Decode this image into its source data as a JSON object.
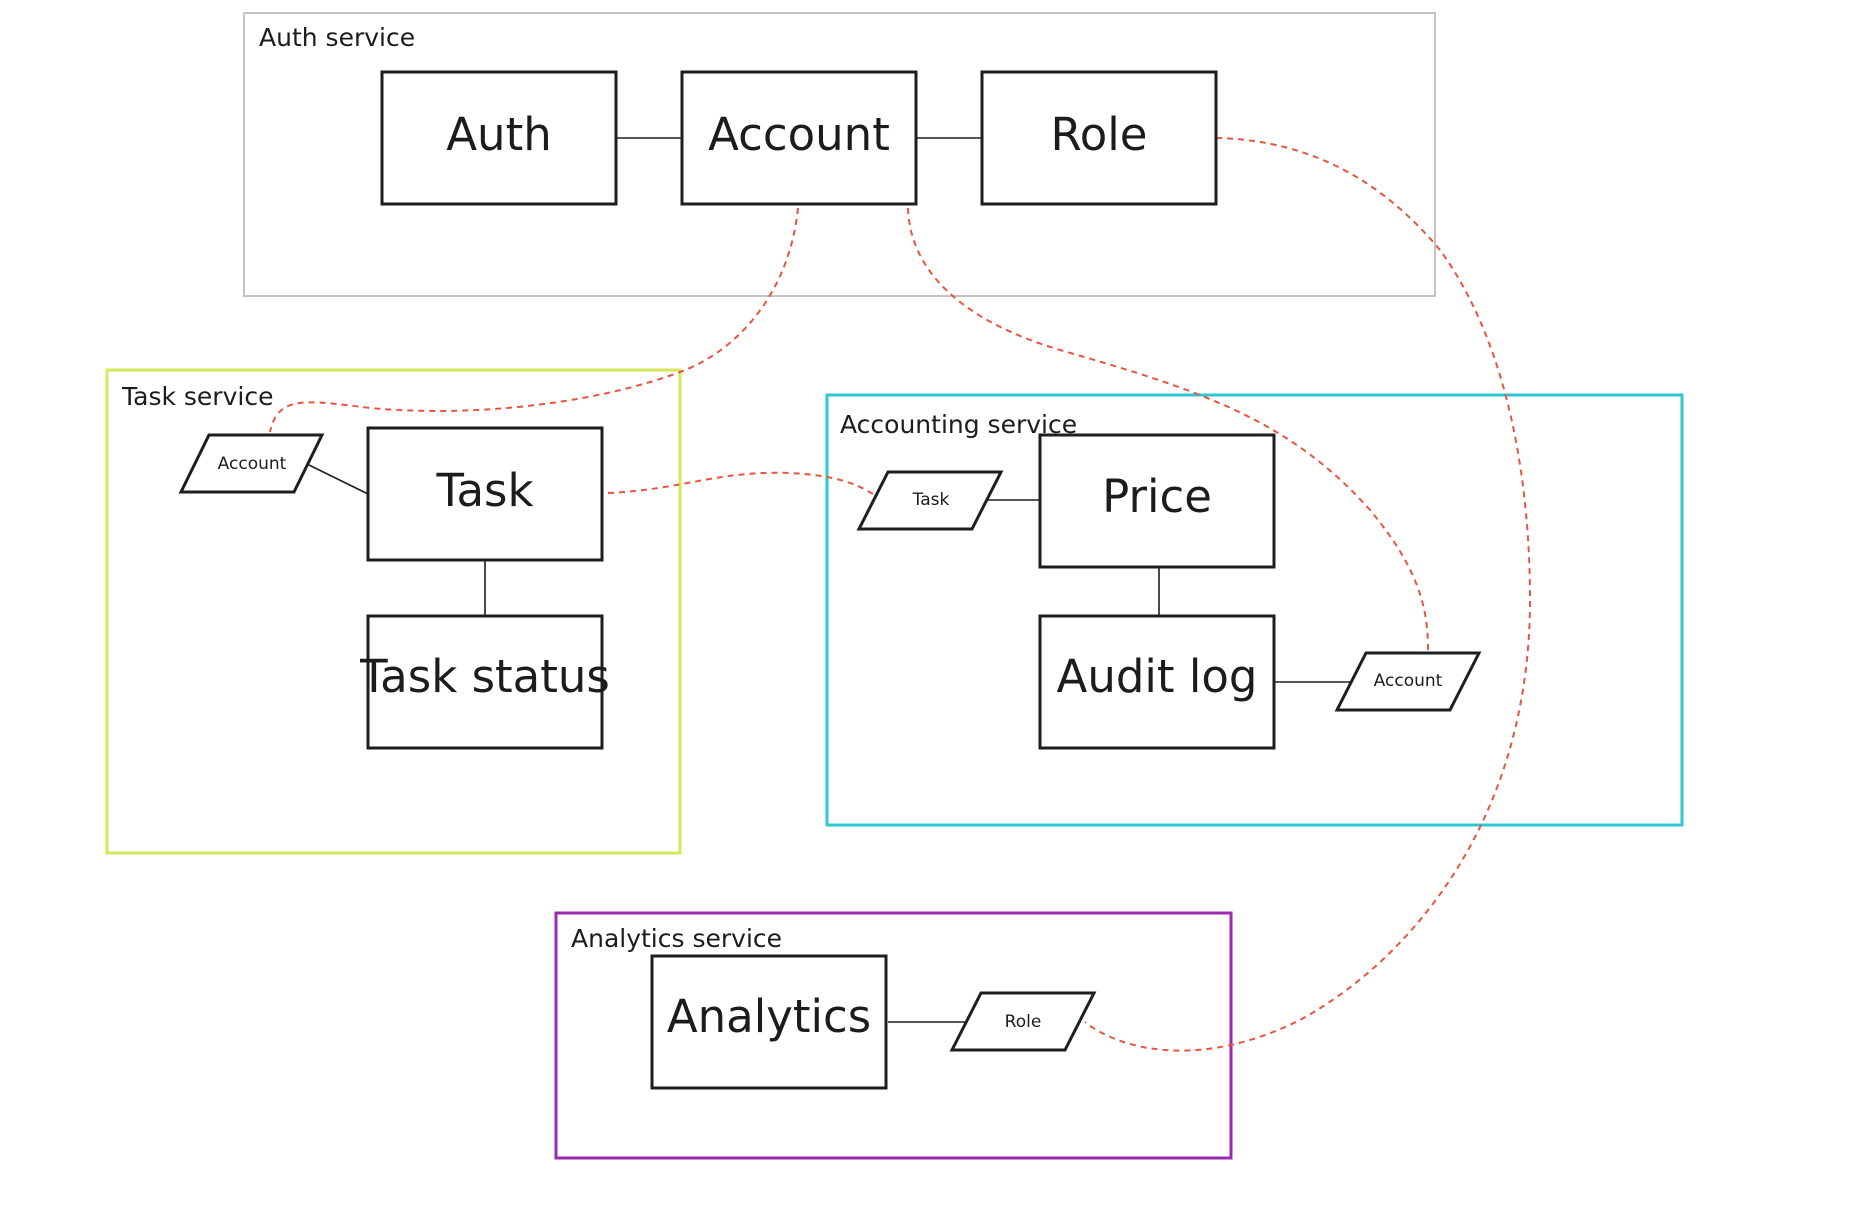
{
  "services": {
    "auth": {
      "title": "Auth service",
      "border_color": "#c4c4c4"
    },
    "task": {
      "title": "Task service",
      "border_color": "#d4e85a"
    },
    "accounting": {
      "title": "Accounting service",
      "border_color": "#2ec7d2"
    },
    "analytics": {
      "title": "Analytics service",
      "border_color": "#9b2ab0"
    }
  },
  "entities": {
    "auth": "Auth",
    "account": "Account",
    "role": "Role",
    "task": "Task",
    "task_status": "Task status",
    "price": "Price",
    "audit_log": "Audit log",
    "analytics": "Analytics"
  },
  "references": {
    "task_service_account": "Account",
    "accounting_service_task": "Task",
    "accounting_service_account": "Account",
    "analytics_service_role": "Role"
  },
  "colors": {
    "dashed_link": "#e8553e",
    "entity_stroke": "#1e1e1e"
  }
}
